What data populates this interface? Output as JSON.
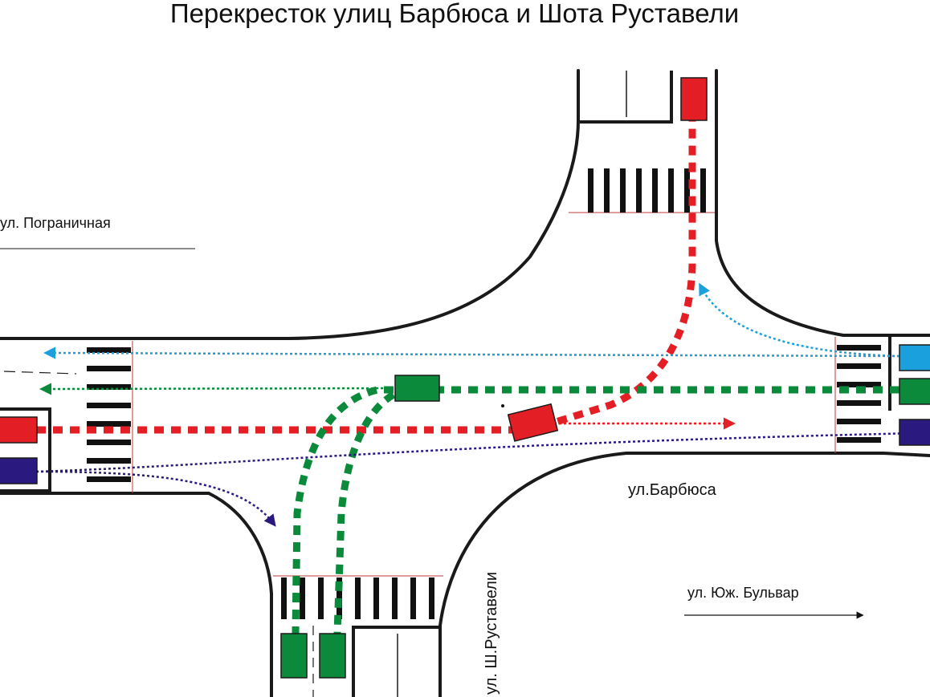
{
  "title": "Перекресток улиц Барбюса и Шота Руставели",
  "labels": {
    "street_pogranichnaya": "ул. Пограничная",
    "street_barbyusa": "ул.Барбюса",
    "street_rustaveli": "ул. Ш.Руставели",
    "street_yuzh_bulvar": "ул. Юж. Бульвар"
  },
  "colors": {
    "red": "#e31e24",
    "green": "#0a8a3a",
    "blue_light": "#1aa0dc",
    "navy": "#2a1a80",
    "road_edge": "#1a1a1a",
    "crosswalk": "#111111",
    "stop_line": "#c23a3a"
  }
}
